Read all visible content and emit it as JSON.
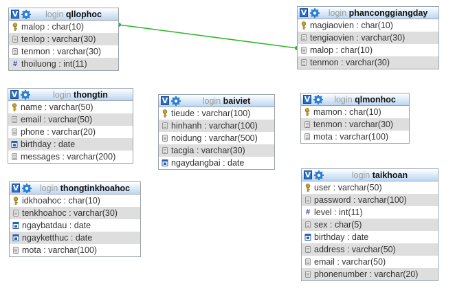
{
  "tables": [
    {
      "id": "qllophoc",
      "db": "login",
      "name": "qllophoc",
      "columns": [
        {
          "label": "malop : char(10)",
          "icon": "key-icon"
        },
        {
          "label": "tenlop : varchar(30)",
          "icon": "text-column-icon"
        },
        {
          "label": "tenmon : varchar(30)",
          "icon": "text-column-icon"
        },
        {
          "label": "thoiluong : int(11)",
          "icon": "numeric-column-icon"
        }
      ]
    },
    {
      "id": "phanconggiangday",
      "db": "login",
      "name": "phanconggiangday",
      "columns": [
        {
          "label": "magiaovien : char(10)",
          "icon": "key-icon"
        },
        {
          "label": "tengiaovien : varchar(30)",
          "icon": "text-column-icon"
        },
        {
          "label": "malop : char(10)",
          "icon": "text-column-icon"
        },
        {
          "label": "tenmon : varchar(30)",
          "icon": "text-column-icon"
        }
      ]
    },
    {
      "id": "thongtin",
      "db": "login",
      "name": "thongtin",
      "columns": [
        {
          "label": "name : varchar(50)",
          "icon": "key-icon"
        },
        {
          "label": "email : varchar(50)",
          "icon": "text-column-icon"
        },
        {
          "label": "phone : varchar(20)",
          "icon": "text-column-icon"
        },
        {
          "label": "birthday : date",
          "icon": "date-column-icon"
        },
        {
          "label": "messages : varchar(200)",
          "icon": "text-column-icon"
        }
      ]
    },
    {
      "id": "baiviet",
      "db": "login",
      "name": "baiviet",
      "columns": [
        {
          "label": "tieude : varchar(100)",
          "icon": "key-icon"
        },
        {
          "label": "hinhanh : varchar(100)",
          "icon": "text-column-icon"
        },
        {
          "label": "noidung : varchar(500)",
          "icon": "text-column-icon"
        },
        {
          "label": "tacgia : varchar(30)",
          "icon": "text-column-icon"
        },
        {
          "label": "ngaydangbai : date",
          "icon": "date-column-icon"
        }
      ]
    },
    {
      "id": "qlmonhoc",
      "db": "login",
      "name": "qlmonhoc",
      "columns": [
        {
          "label": "mamon : char(10)",
          "icon": "key-icon"
        },
        {
          "label": "tenmon : varchar(30)",
          "icon": "text-column-icon"
        },
        {
          "label": "mota : varchar(100)",
          "icon": "text-column-icon"
        }
      ]
    },
    {
      "id": "thongtinkhoahoc",
      "db": "login",
      "name": "thongtinkhoahoc",
      "columns": [
        {
          "label": "idkhoahoc : char(10)",
          "icon": "key-icon"
        },
        {
          "label": "tenkhoahoc : varchar(30)",
          "icon": "text-column-icon"
        },
        {
          "label": "ngaybatdau : date",
          "icon": "date-column-icon"
        },
        {
          "label": "ngayketthuc : date",
          "icon": "date-column-icon"
        },
        {
          "label": "mota : varchar(100)",
          "icon": "text-column-icon"
        }
      ]
    },
    {
      "id": "taikhoan",
      "db": "login",
      "name": "taikhoan",
      "columns": [
        {
          "label": "user : varchar(50)",
          "icon": "key-icon"
        },
        {
          "label": "password : varchar(100)",
          "icon": "text-column-icon"
        },
        {
          "label": "level : int(11)",
          "icon": "numeric-column-icon"
        },
        {
          "label": "sex : char(5)",
          "icon": "text-column-icon"
        },
        {
          "label": "birthday : date",
          "icon": "date-column-icon"
        },
        {
          "label": "address : varchar(50)",
          "icon": "text-column-icon"
        },
        {
          "label": "email : varchar(50)",
          "icon": "text-column-icon"
        },
        {
          "label": "phonenumber : varchar(20)",
          "icon": "text-column-icon"
        }
      ]
    }
  ],
  "relations": [
    {
      "from": "qllophoc.malop",
      "to": "phanconggiangday.malop",
      "color": "#22bb22"
    }
  ],
  "colors": {
    "header_gradient_bottom": "#bcd6f1",
    "alt_row": "#dedede",
    "v_badge": "#2a6fc9",
    "relation_line": "#22bb22"
  }
}
